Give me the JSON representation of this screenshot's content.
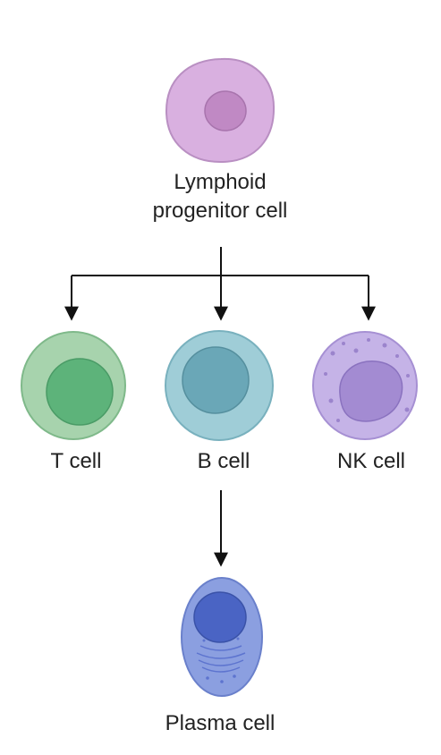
{
  "nodes": {
    "lymphoid": {
      "line1": "Lymphoid",
      "line2": "progenitor cell",
      "membrane_color": "#d9b0e0",
      "nucleus_color": "#c089c4"
    },
    "t_cell": {
      "label": "T cell",
      "membrane_color": "#a7d3ad",
      "nucleus_color": "#5db37a"
    },
    "b_cell": {
      "label": "B cell",
      "membrane_color": "#9fcdd7",
      "nucleus_color": "#6aa7b7"
    },
    "nk_cell": {
      "label": "NK cell",
      "membrane_color": "#c5b3e7",
      "nucleus_color": "#a38bd2"
    },
    "plasma_cell": {
      "label": "Plasma cell",
      "membrane_color": "#8b9fe0",
      "nucleus_color": "#4a64c4"
    }
  },
  "edges": [
    {
      "from": "lymphoid",
      "to": "t_cell"
    },
    {
      "from": "lymphoid",
      "to": "b_cell"
    },
    {
      "from": "lymphoid",
      "to": "nk_cell"
    },
    {
      "from": "b_cell",
      "to": "plasma_cell"
    }
  ],
  "arrow_color": "#111111"
}
